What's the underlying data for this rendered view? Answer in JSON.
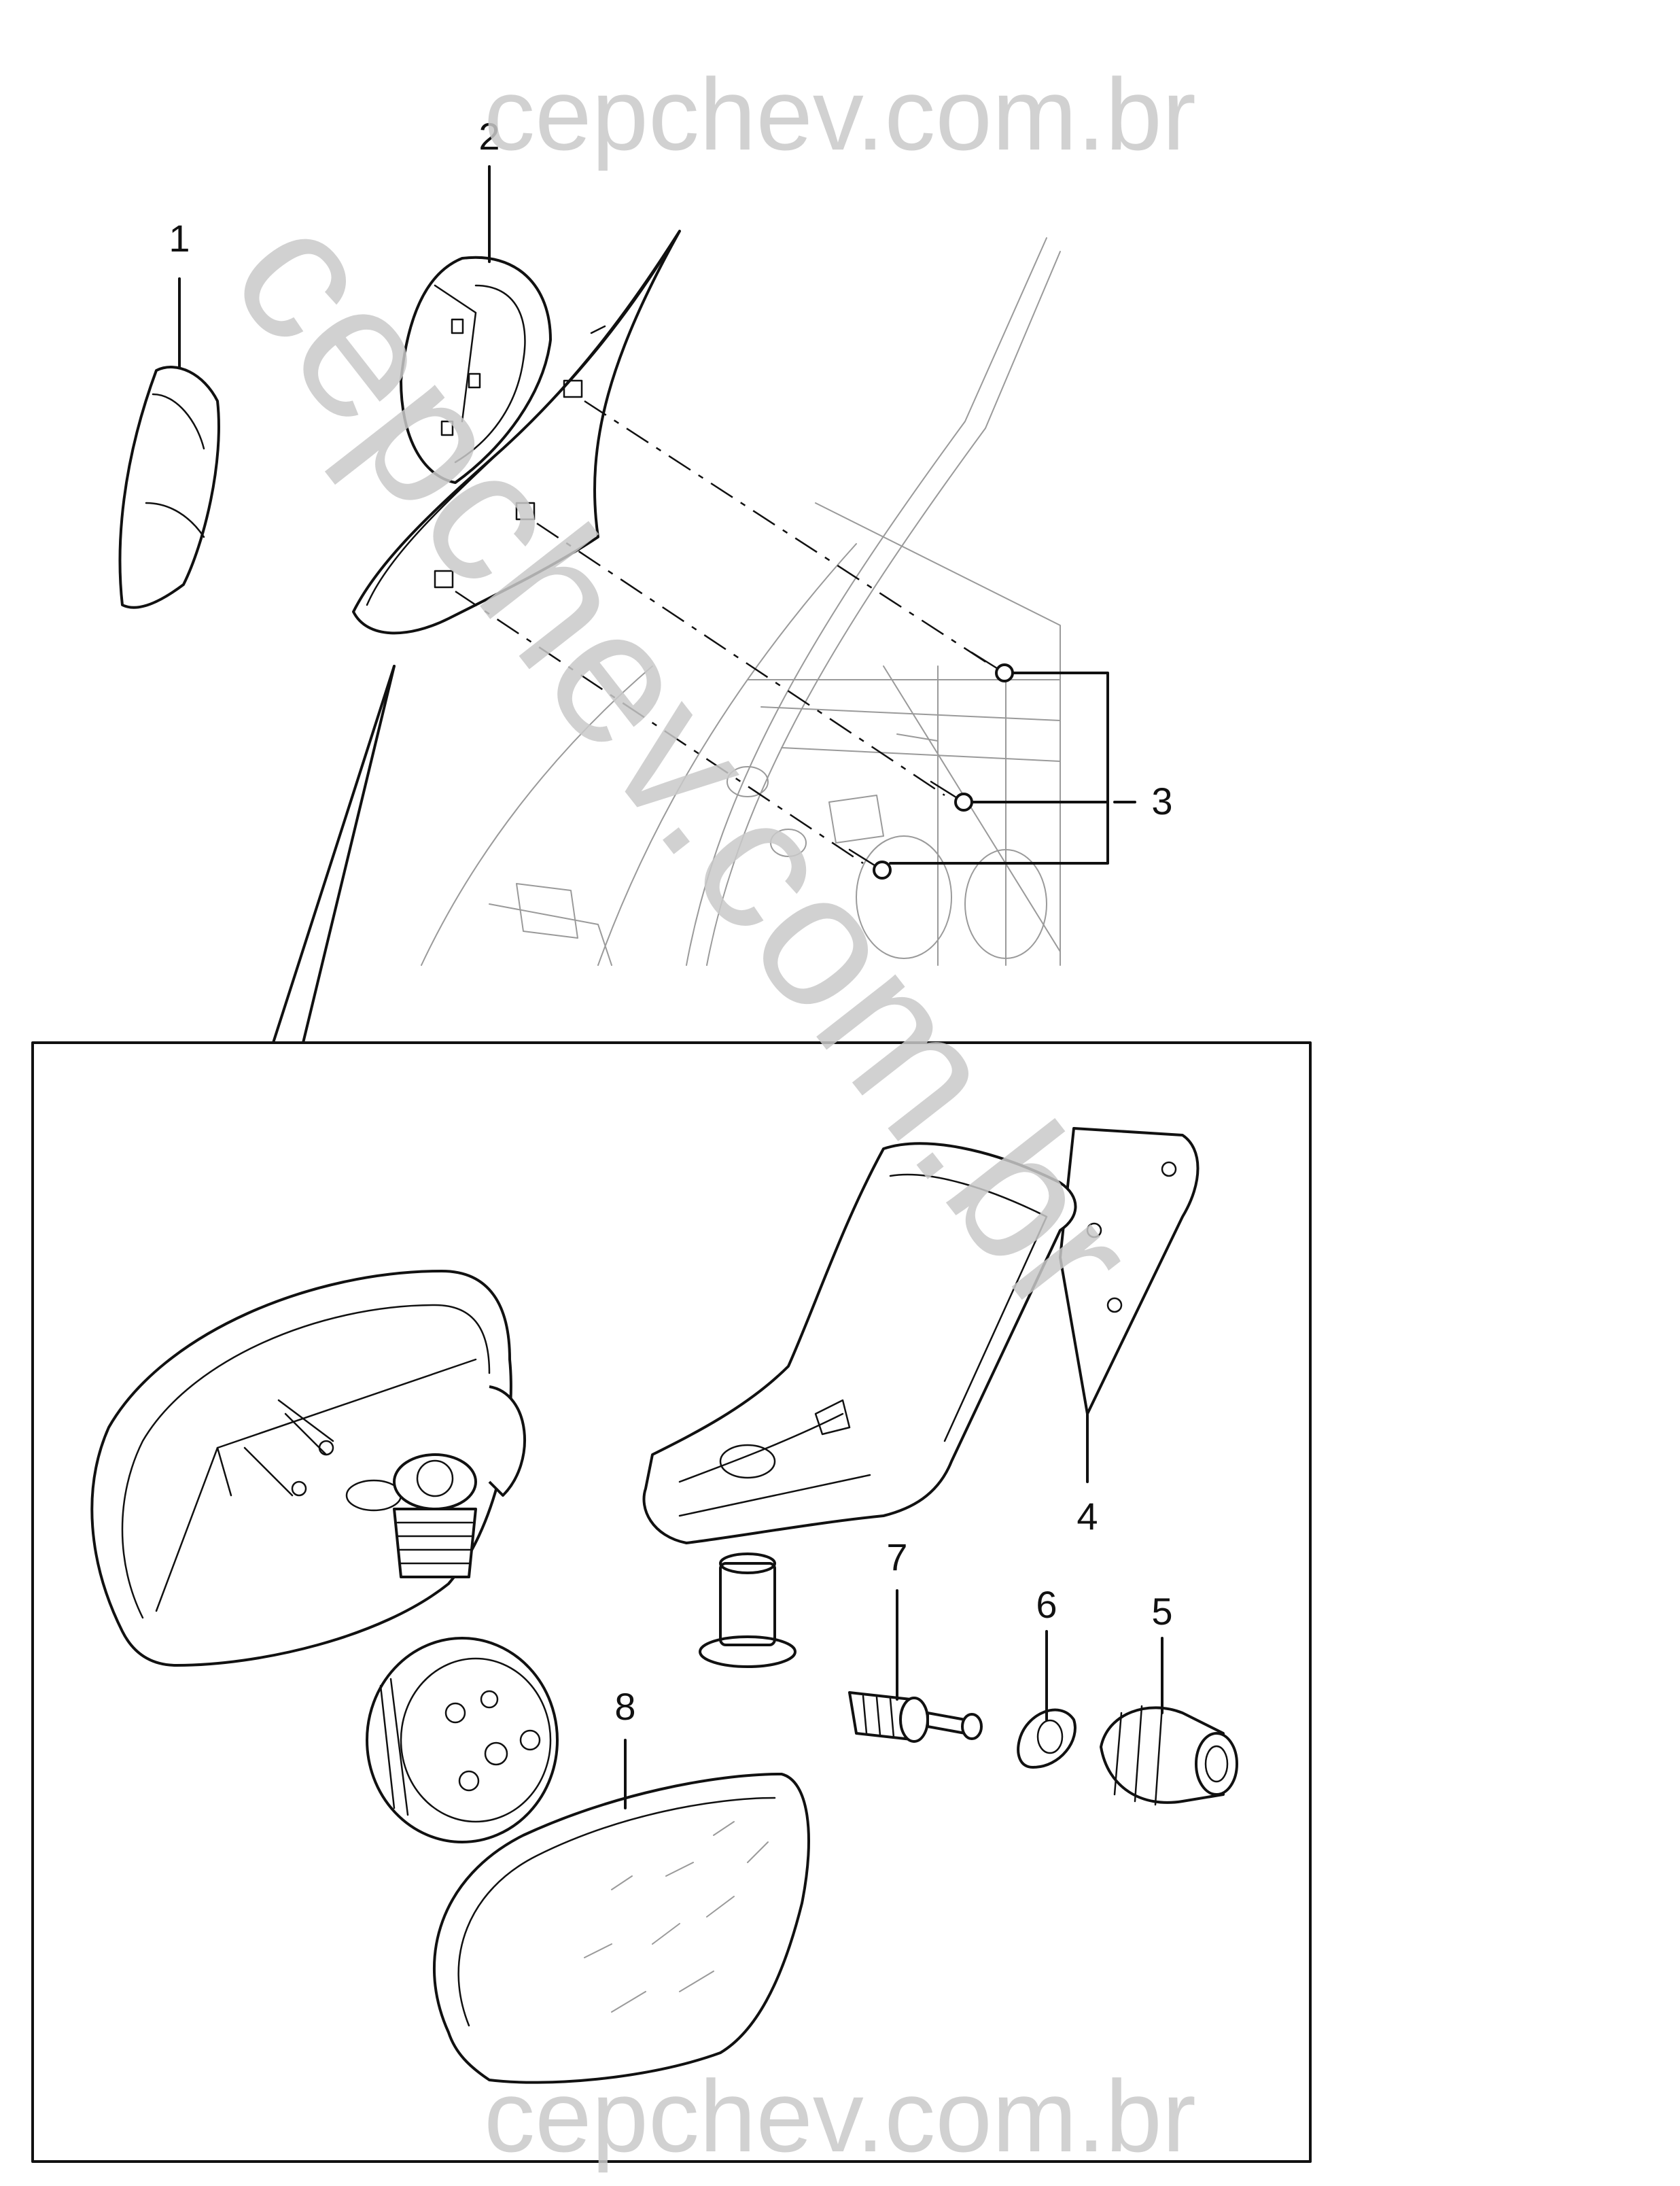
{
  "watermark": {
    "text": "cepchev.com.br",
    "color": "#c9c9c9"
  },
  "callouts": {
    "c1": "1",
    "c2": "2",
    "c3": "3",
    "c4": "4",
    "c5": "5",
    "c6": "6",
    "c7": "7",
    "c8": "8"
  },
  "colors": {
    "ink": "#111111",
    "background": "#ffffff"
  }
}
